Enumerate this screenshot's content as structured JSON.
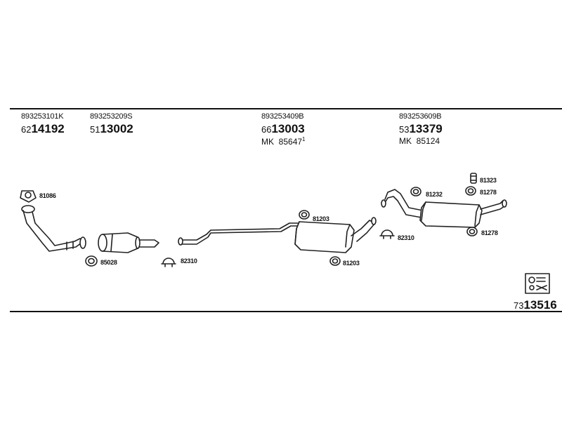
{
  "header": {
    "groups": [
      {
        "oe": "893253101K",
        "prefix": "62",
        "num": "14192"
      },
      {
        "oe": "893253209S",
        "prefix": "51",
        "num": "13002"
      },
      {
        "oe": "893253409B",
        "prefix": "66",
        "num": "13003",
        "mk_prefix": "MK",
        "mk_num": "85647",
        "mk_sup": "1"
      },
      {
        "oe": "893253609B",
        "prefix": "53",
        "num": "13379",
        "mk_prefix": "MK",
        "mk_num": "85124"
      }
    ]
  },
  "parts": {
    "p81086": "81086",
    "p85028": "85028",
    "p82310a": "82310",
    "p81203a": "81203",
    "p81203b": "81203",
    "p82310b": "82310",
    "p81232": "81232",
    "p81323": "81323",
    "p81278a": "81278",
    "p81278b": "81278"
  },
  "footer": {
    "prefix": "73",
    "num": "13516",
    "icon": "assembly-kit-icon"
  }
}
